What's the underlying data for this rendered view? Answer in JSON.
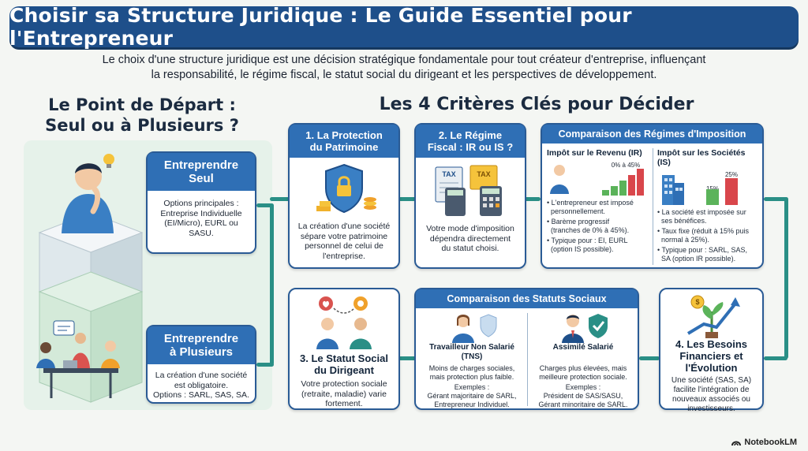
{
  "title": "Choisir sa Structure Juridique : Le Guide Essentiel pour l'Entrepreneur",
  "intro": {
    "line1": "Le choix d'une structure juridique est une décision stratégique fondamentale pour tout créateur d'entreprise, influençant",
    "line2": "la responsabilité, le régime fiscal, le statut social du dirigeant et les perspectives de développement."
  },
  "left": {
    "heading_line1": "Le Point de Départ :",
    "heading_line2": "Seul ou à Plusieurs ?",
    "solo": {
      "title_line1": "Entreprendre",
      "title_line2": "Seul",
      "body": [
        "Options principales :",
        "Entreprise Individuelle",
        "(EI/Micro), EURL ou",
        "SASU."
      ]
    },
    "multi": {
      "title_line1": "Entreprendre",
      "title_line2": "à Plusieurs",
      "body": [
        "La création d'une société",
        "est obligatoire.",
        "Options : SARL, SAS, SA."
      ]
    }
  },
  "right_heading": "Les 4 Critères Clés pour Décider",
  "c1": {
    "title_line1": "1. La Protection",
    "title_line2": "du Patrimoine",
    "body": [
      "La création d'une société",
      "sépare votre patrimoine",
      "personnel de celui de",
      "l'entreprise."
    ]
  },
  "c2": {
    "title_line1": "2. Le Régime",
    "title_line2": "Fiscal : IR ou IS ?",
    "icon_tax1": "TAX",
    "icon_tax2": "TAX",
    "body": [
      "Votre mode d'imposition",
      "dépendra directement",
      "du statut choisi."
    ]
  },
  "tax_compare": {
    "header": "Comparaison des Régimes d'Imposition",
    "ir": {
      "title": "Impôt sur le Revenu (IR)",
      "rate": "0% à 45%",
      "bars": [
        0.2,
        0.35,
        0.55,
        0.75,
        1.0
      ],
      "items": [
        [
          "L'entrepreneur est imposé",
          "personnellement."
        ],
        [
          "Barème progressif",
          "(tranches de 0% à 45%)."
        ],
        [
          "Typique pour : EI, EURL",
          "(option IS possible)."
        ]
      ]
    },
    "is": {
      "title": "Impôt sur les Sociétés (IS)",
      "rate_low": "15%",
      "rate_high": "25%",
      "bars": [
        0.6,
        1.0
      ],
      "items": [
        [
          "La société est imposée sur",
          "ses bénéfices."
        ],
        [
          "Taux fixe (réduit à 15% puis",
          "normal à 25%)."
        ],
        [
          "Typique pour : SARL, SAS,",
          "SA (option IR possible)."
        ]
      ]
    }
  },
  "c3": {
    "title_line1": "3. Le Statut Social",
    "title_line2": "du Dirigeant",
    "body": [
      "Votre protection sociale",
      "(retraite, maladie) varie",
      "fortement."
    ]
  },
  "social_compare": {
    "header": "Comparaison des Statuts Sociaux",
    "tns": {
      "title_line1": "Travailleur Non Salarié",
      "title_line2": "(TNS)",
      "body": [
        "Moins de charges sociales,",
        "mais protection plus faible.",
        "Exemples :",
        "Gérant majoritaire de SARL,",
        "Entrepreneur Individuel."
      ]
    },
    "salarie": {
      "title": "Assimilé Salarié",
      "body": [
        "Charges plus élevées, mais",
        "meilleure protection sociale.",
        "Exemples :",
        "Président de SAS/SASU,",
        "Gérant minoritaire de SARL."
      ]
    }
  },
  "c4": {
    "title_line1": "4. Les Besoins",
    "title_line2": "Financiers et",
    "title_line3": "l'Évolution",
    "body": [
      "Une société (SAS, SA)",
      "facilite l'intégration de",
      "nouveaux associés ou",
      "investisseurs."
    ]
  },
  "footer": "NotebookLM",
  "colors": {
    "navy": "#1e4f8a",
    "blue": "#2f6fb5",
    "teal": "#2a8f86",
    "green_panel": "#e6f2ea",
    "bar_green": "#5bb35a",
    "bar_red": "#d9464b",
    "bar_orange": "#f0a12b"
  }
}
